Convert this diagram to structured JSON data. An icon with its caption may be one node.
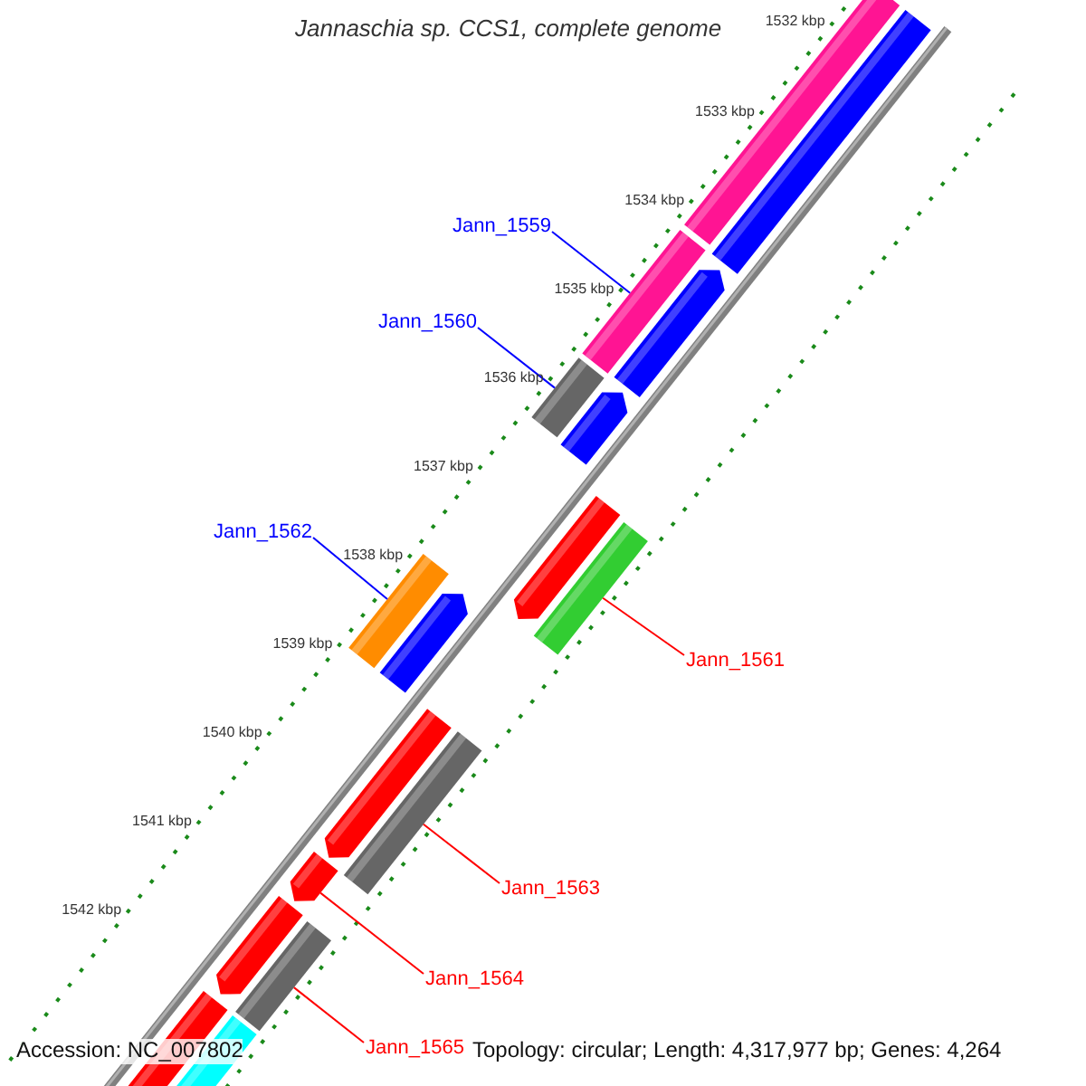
{
  "diagram": {
    "title": "Jannaschia sp. CCS1, complete genome",
    "nodes": [
      {
        "text": [
          "Jann_1559"
        ]
      },
      {
        "text": [],
        "shape": "bar"
      },
      {
        "text": [
          "Jann_1560"
        ]
      },
      {
        "text": [],
        "shape": "bar"
      },
      {
        "text": [
          "Jann_1562"
        ]
      },
      {
        "text": [],
        "shape": "bar"
      },
      {
        "text": [
          "Jann_1561"
        ]
      },
      {
        "text": [],
        "shape": "bar"
      },
      {
        "text": [
          "Jann_1563"
        ]
      },
      {
        "text": [],
        "shape": "bar"
      },
      {
        "text": [
          "Jann_1564"
        ]
      },
      {
        "text": [],
        "shape": "bar"
      },
      {
        "text": [
          "Jann_1565"
        ]
      },
      {
        "text": [],
        "shape": "bar"
      }
    ],
    "edges": [
      {
        "from": 0,
        "to": 1,
        "arrow": "none",
        "color": "#0000ff"
      },
      {
        "from": 2,
        "to": 3,
        "arrow": "none",
        "color": "#0000ff"
      },
      {
        "from": 4,
        "to": 5,
        "arrow": "none",
        "color": "#0000ff"
      },
      {
        "from": 6,
        "to": 7,
        "arrow": "none"
      },
      {
        "from": 8,
        "to": 9,
        "arrow": "none"
      },
      {
        "from": 10,
        "to": 11,
        "arrow": "none"
      },
      {
        "from": 12,
        "to": 13,
        "arrow": "none"
      }
    ],
    "labels": [
      "1532 kbp",
      "1533 kbp",
      "1534 kbp",
      "1535 kbp",
      "1536 kbp",
      "1537 kbp",
      "1538 kbp",
      "1539 kbp",
      "1540 kbp",
      "1541 kbp",
      "1542 kbp",
      "Accession: NC_007802",
      "Topology: circular; Length: 4,317,977 bp; Genes: 4,264"
    ]
  }
}
